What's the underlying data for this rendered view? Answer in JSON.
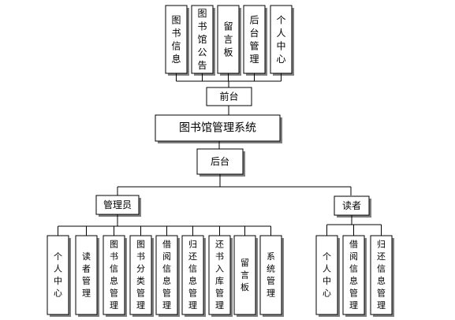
{
  "system": "图书馆管理系统",
  "frontend": {
    "label": "前台",
    "modules": [
      "图书信息",
      "图书馆公告",
      "留言板",
      "后台管理",
      "个人中心"
    ]
  },
  "backend": {
    "label": "后台",
    "roles": [
      {
        "label": "管理员",
        "modules": [
          "个人中心",
          "读者管理",
          "图书信息管理",
          "图书分类管理",
          "借阅信息管理",
          "归还信息管理",
          "还书入库管理",
          "留言板",
          "系统管理"
        ]
      },
      {
        "label": "读者",
        "modules": [
          "个人中心",
          "借阅信息管理",
          "归还信息管理"
        ]
      }
    ]
  }
}
